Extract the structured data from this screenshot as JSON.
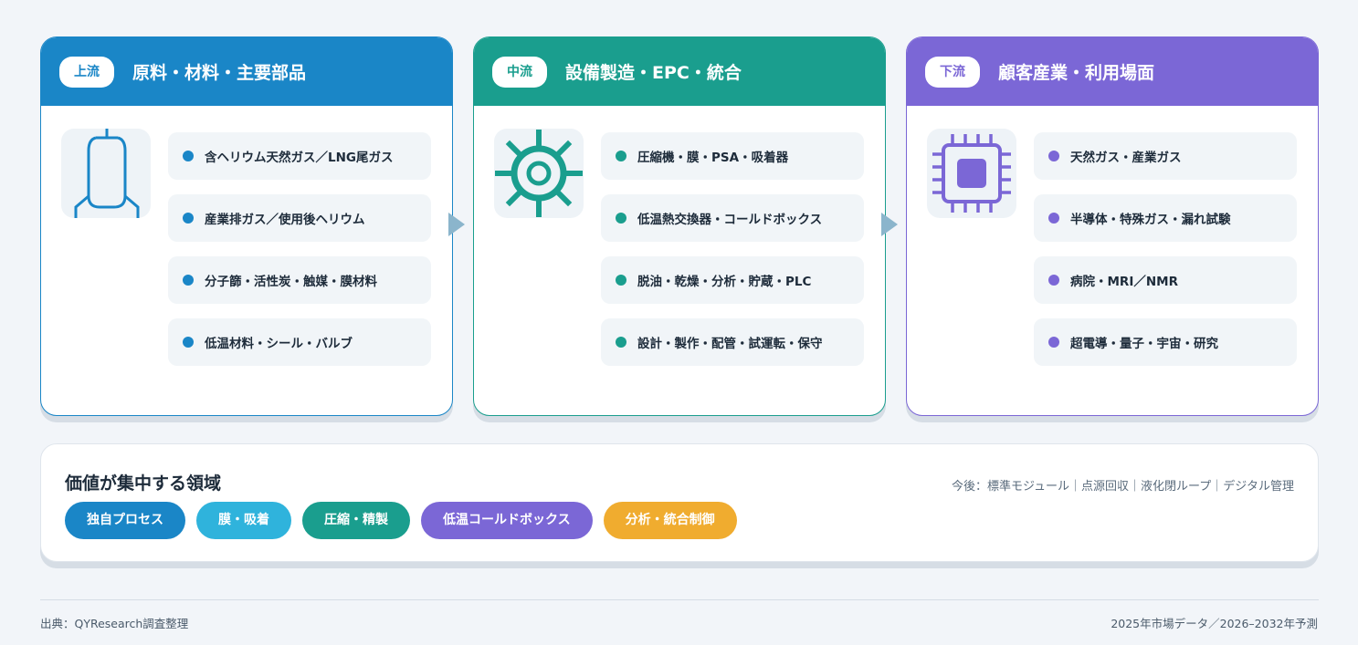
{
  "stages": [
    {
      "pill": "上流",
      "title": "原料・材料・主要部品",
      "icon": "gas-cylinder-icon",
      "items": [
        "含ヘリウム天然ガス／LNG尾ガス",
        "産業排ガス／使用後ヘリウム",
        "分子篩・活性炭・触媒・膜材料",
        "低温材料・シール・バルブ"
      ]
    },
    {
      "pill": "中流",
      "title": "設備製造・EPC・統合",
      "icon": "gear-icon",
      "items": [
        "圧縮機・膜・PSA・吸着器",
        "低温熱交換器・コールドボックス",
        "脱油・乾燥・分析・貯蔵・PLC",
        "設計・製作・配管・試運転・保守"
      ]
    },
    {
      "pill": "下流",
      "title": "顧客産業・利用場面",
      "icon": "chip-icon",
      "items": [
        "天然ガス・産業ガス",
        "半導体・特殊ガス・漏れ試験",
        "病院・MRI／NMR",
        "超電導・量子・宇宙・研究"
      ]
    }
  ],
  "colors": {
    "upstream": "#1a86c7",
    "midstream": "#1a9e8e",
    "downstream": "#7b67d6"
  },
  "value_panel": {
    "title": "価値が集中する領域",
    "note": "今後：標準モジュール｜点源回収｜液化閉ループ｜デジタル管理",
    "tags": [
      {
        "label": "独自プロセス",
        "color": "#1a86c7"
      },
      {
        "label": "膜・吸着",
        "color": "#2fb3dc"
      },
      {
        "label": "圧縮・精製",
        "color": "#1a9e8e"
      },
      {
        "label": "低温コールドボックス",
        "color": "#7b67d6"
      },
      {
        "label": "分析・統合制御",
        "color": "#f0ac2f"
      }
    ]
  },
  "footer": {
    "source": "出典：QYResearch調査整理",
    "period": "2025年市場データ／2026–2032年予測"
  }
}
